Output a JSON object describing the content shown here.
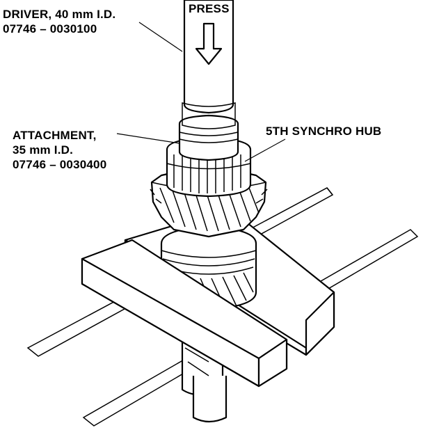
{
  "labels": {
    "press": "PRESS",
    "driver": {
      "line1": "DRIVER, 40 mm I.D.",
      "line2": "07746 – 0030100"
    },
    "attachment": {
      "line1": "ATTACHMENT,",
      "line2": "35 mm I.D.",
      "line3": "07746 – 0030400"
    },
    "hub": "5TH SYNCHRO HUB"
  },
  "colors": {
    "ink": "#000000",
    "paper": "#ffffff"
  }
}
